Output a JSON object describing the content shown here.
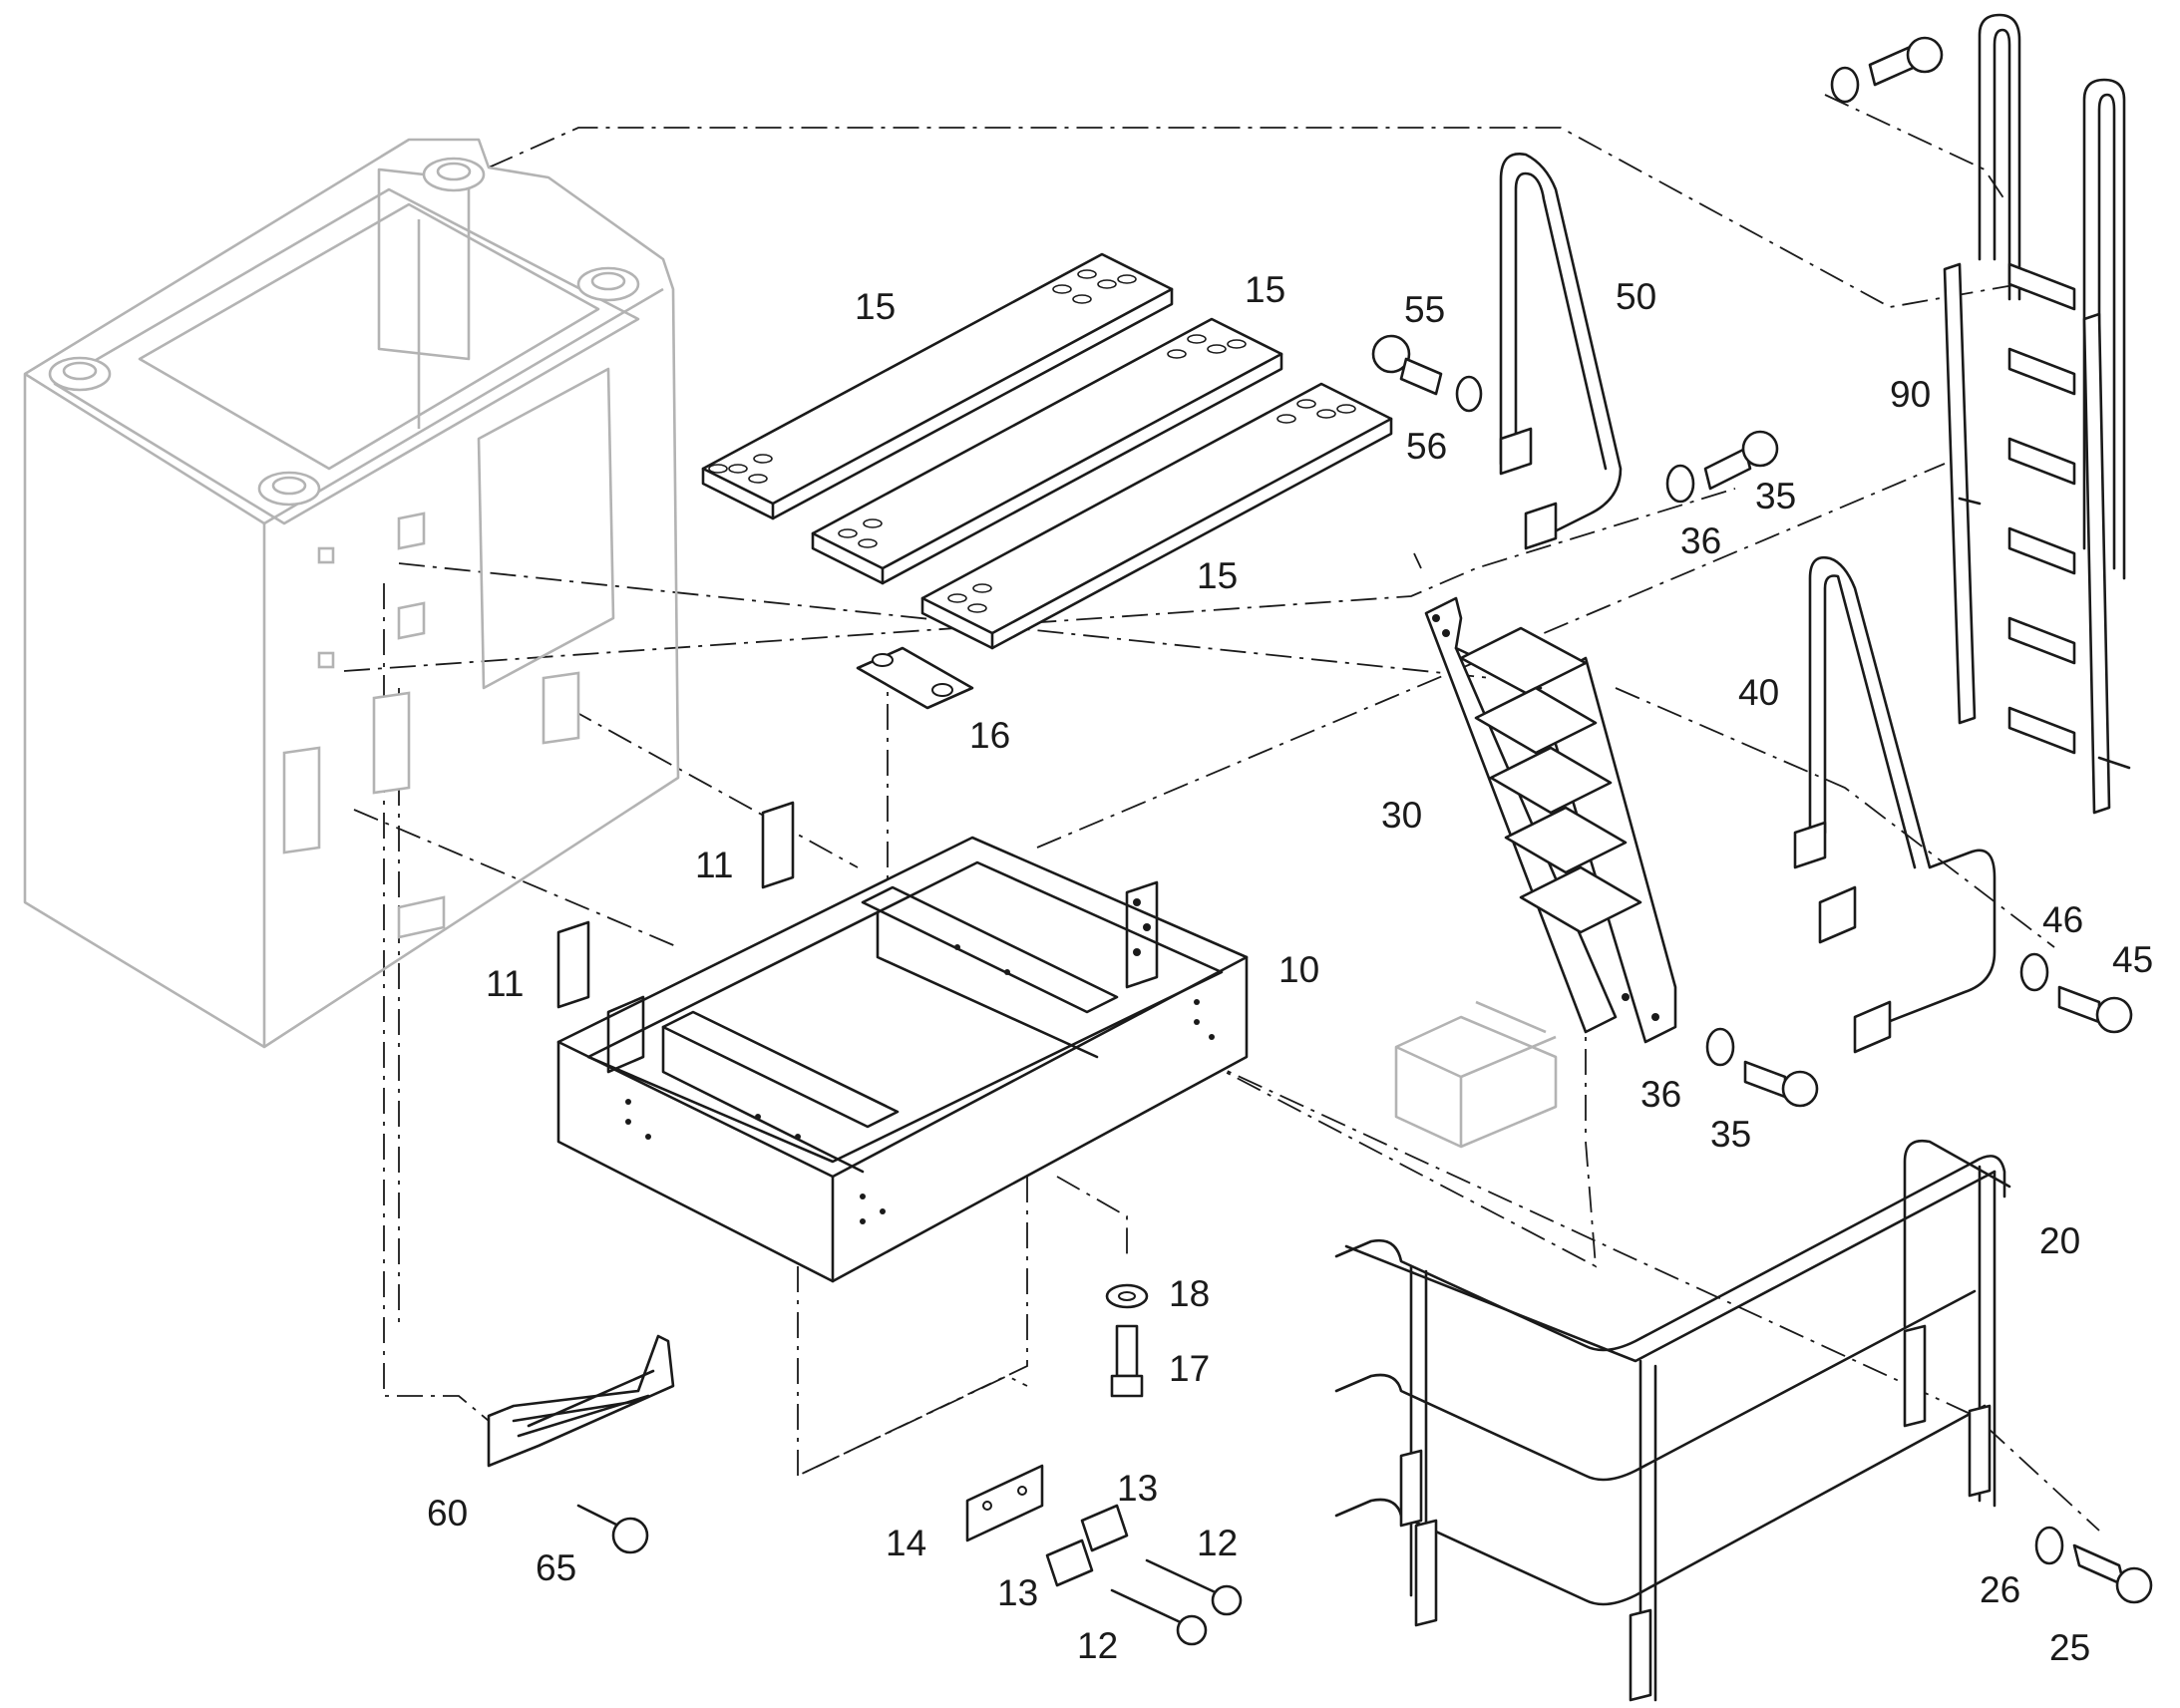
{
  "callouts": {
    "c10": "10",
    "c11a": "11",
    "c11b": "11",
    "c12a": "12",
    "c12b": "12",
    "c13a": "13",
    "c13b": "13",
    "c14": "14",
    "c15a": "15",
    "c15b": "15",
    "c15c": "15",
    "c16": "16",
    "c17": "17",
    "c18": "18",
    "c20": "20",
    "c25": "25",
    "c26": "26",
    "c30": "30",
    "c35a": "35",
    "c35b": "35",
    "c36a": "36",
    "c36b": "36",
    "c40": "40",
    "c45": "45",
    "c46": "46",
    "c50": "50",
    "c55": "55",
    "c56": "56",
    "c60": "60",
    "c65": "65",
    "c90": "90"
  }
}
